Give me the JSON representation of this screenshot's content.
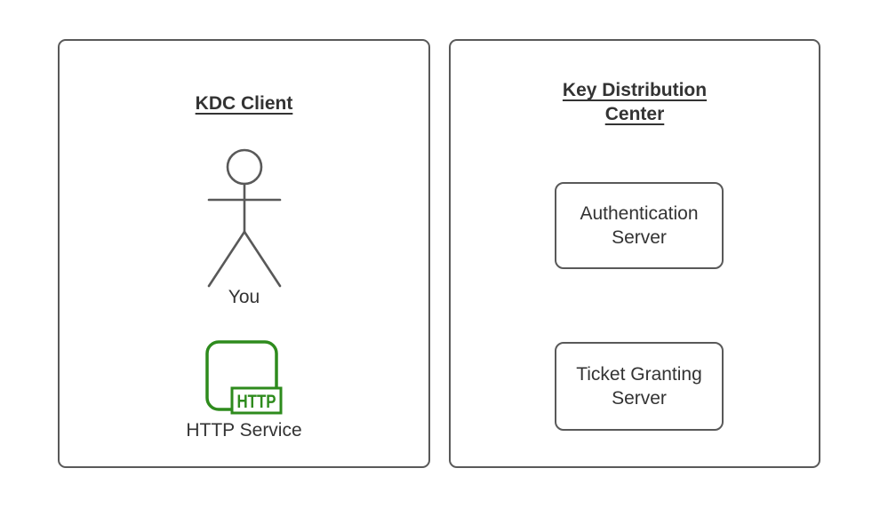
{
  "diagram": {
    "client_panel": {
      "title": "KDC Client",
      "actor_label": "You",
      "http_icon_label": "HTTP",
      "service_label": "HTTP Service"
    },
    "kdc_panel": {
      "title": "Key Distribution Center",
      "nodes": [
        {
          "label": "Authentication Server"
        },
        {
          "label": "Ticket Granting Server"
        }
      ]
    },
    "colors": {
      "background": "#ffffff",
      "panel_border": "#595959",
      "node_border": "#595959",
      "actor_stroke": "#595959",
      "text": "#333333",
      "accent_green": "#2e8b1d"
    }
  }
}
